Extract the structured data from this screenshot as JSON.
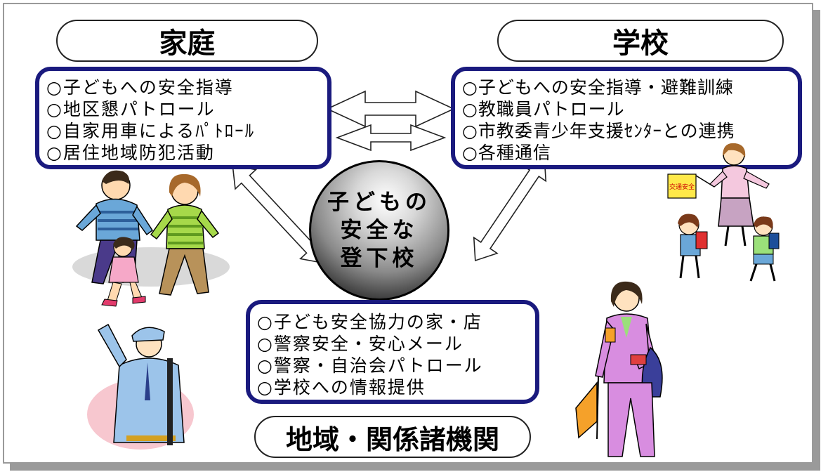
{
  "center": {
    "lines": [
      "子どもの",
      "安全な",
      "登下校"
    ]
  },
  "home": {
    "title": "家庭",
    "items": [
      "○子どもへの安全指導",
      "○地区懇パトロール",
      "○自家用車によるﾊﾟﾄﾛｰﾙ",
      "○居住地域防犯活動"
    ]
  },
  "school": {
    "title": "学校",
    "items": [
      "○子どもへの安全指導・避難訓練",
      "○教職員パトロール",
      "○市教委青少年支援ｾﾝﾀｰとの連携",
      "○各種通信"
    ]
  },
  "community": {
    "title": "地域・関係諸機関",
    "items": [
      "○子ども安全協力の家・店",
      "○警察安全・安心メール",
      "○警察・自治会パトロール",
      "○学校への情報提供"
    ]
  },
  "illustrations": {
    "family": "family-walking-illustration",
    "police": "police-officer-illustration",
    "teacher": "crossing-guard-teacher-illustration",
    "woman": "patrol-volunteer-illustration",
    "flag_text": "交通安全"
  },
  "colors": {
    "box_border": "#1a1a7e",
    "frame": "#9a9a9a"
  }
}
